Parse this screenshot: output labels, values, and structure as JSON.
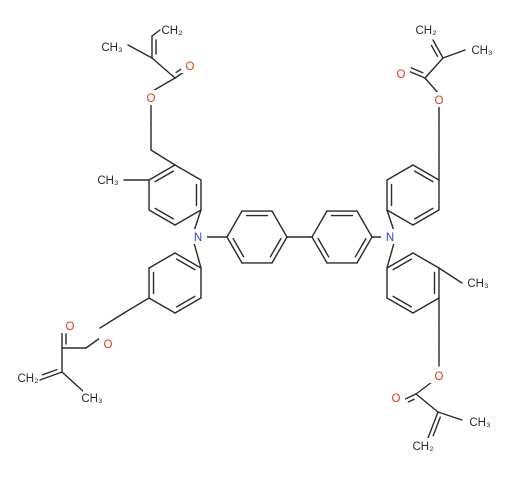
{
  "colors": {
    "bond": "#2b2b2b",
    "carbon": "#2b2b2b",
    "oxygen": "#e8381b",
    "nitrogen": "#3b3bd6"
  },
  "labels": {
    "ch2": "CH₂",
    "ch3": "CH₃",
    "o": "O",
    "n": "N"
  }
}
